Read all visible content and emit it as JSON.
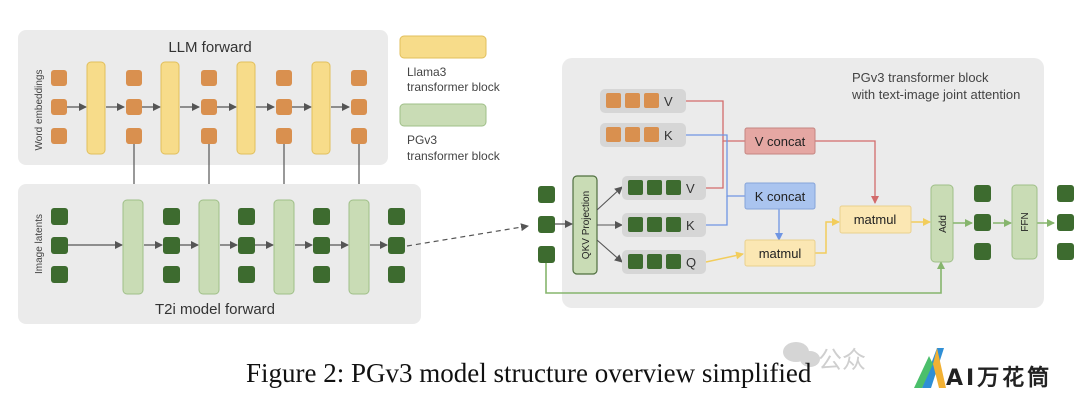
{
  "llm": {
    "title": "LLM forward",
    "side_label": "Word embeddings"
  },
  "t2i": {
    "title": "T2i model forward",
    "side_label": "Image latents"
  },
  "legend": {
    "llama_label_1": "Llama3",
    "llama_label_2": "transformer block",
    "pgv3_label_1": "PGv3",
    "pgv3_label_2": "transformer block"
  },
  "pgv3_block": {
    "title_1": "PGv3 transformer block",
    "title_2": "with text-image joint attention",
    "row_v": "V",
    "row_k": "K",
    "qkv_projection": "QKV Projection",
    "out_v": "V",
    "out_k": "K",
    "out_q": "Q",
    "v_concat": "V concat",
    "k_concat": "K concat",
    "matmul_1": "matmul",
    "matmul_2": "matmul",
    "add": "Add",
    "ffn": "FFN"
  },
  "caption": "Figure 2: PGv3 model structure overview simplified",
  "watermark": {
    "text": "公众",
    "brand": "AI万花筒"
  },
  "colors": {
    "panel_bg": "#ebebeb",
    "orange_token": "#d9904f",
    "green_token": "#3d6b2f",
    "llama_block": "#f7dc8a",
    "pgv3_block": "#c9dcb5",
    "v_concat": "#e5a7a3",
    "k_concat": "#aac4ef",
    "matmul": "#fbe7b3",
    "red_line": "#d26b6b",
    "blue_line": "#6f95e3",
    "yellow_line": "#f2cd5c",
    "green_line": "#86b56d"
  }
}
